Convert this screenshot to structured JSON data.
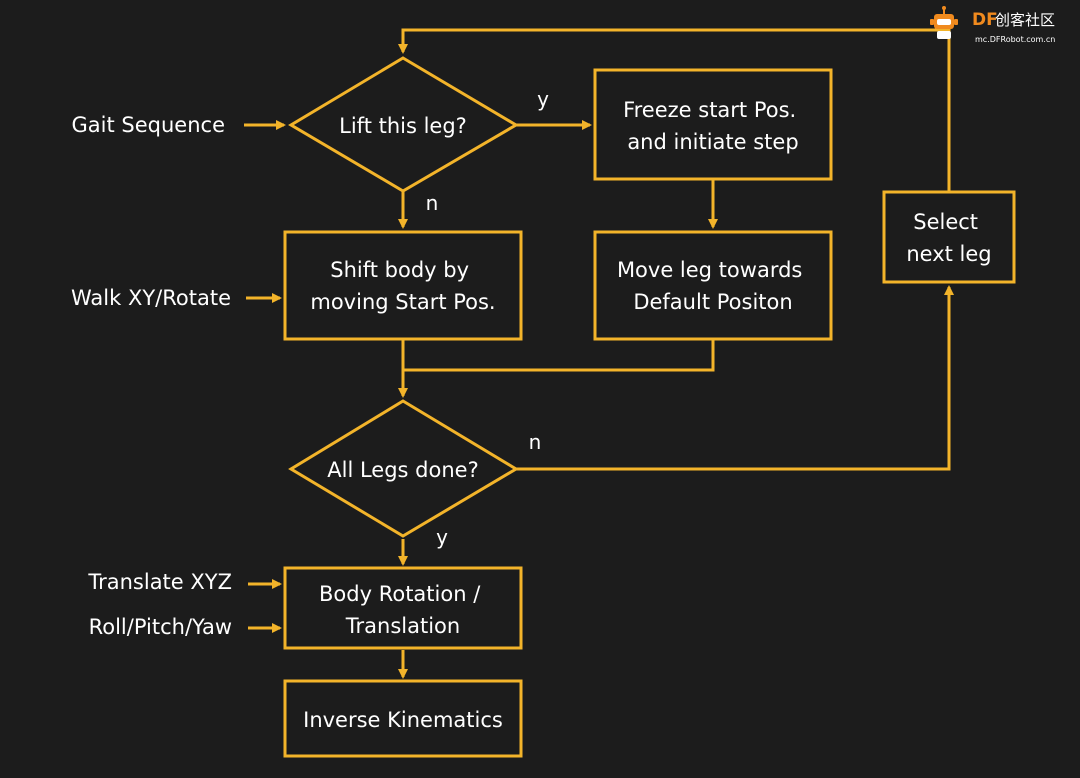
{
  "colors": {
    "background": "#1c1c1c",
    "accent": "#f3b42a",
    "text": "#ffffff",
    "logo_accent": "#f08a1e"
  },
  "watermark": {
    "brand": "DF",
    "name": "创客社区",
    "url": "mc.DFRobot.com.cn",
    "icon": "robot-icon"
  },
  "nodes": {
    "lift": {
      "shape": "diamond",
      "lines": [
        "Lift this leg?"
      ]
    },
    "freeze": {
      "shape": "box",
      "lines": [
        "Freeze start Pos.",
        "and initiate step"
      ]
    },
    "shift": {
      "shape": "box",
      "lines": [
        "Shift body by",
        "moving Start Pos."
      ]
    },
    "move": {
      "shape": "box",
      "lines": [
        "Move leg towards",
        "Default Positon"
      ]
    },
    "select": {
      "shape": "box",
      "lines": [
        "Select",
        "next leg"
      ]
    },
    "done": {
      "shape": "diamond",
      "lines": [
        "All Legs done?"
      ]
    },
    "body": {
      "shape": "box",
      "lines": [
        "Body Rotation /",
        "Translation"
      ]
    },
    "ik": {
      "shape": "box",
      "lines": [
        "Inverse Kinematics"
      ]
    }
  },
  "inputs": {
    "gait": "Gait Sequence",
    "walk": "Walk XY/Rotate",
    "translate": "Translate XYZ",
    "rpy": "Roll/Pitch/Yaw"
  },
  "edge_labels": {
    "lift_yes": "y",
    "lift_no": "n",
    "done_no": "n",
    "done_yes": "y"
  }
}
